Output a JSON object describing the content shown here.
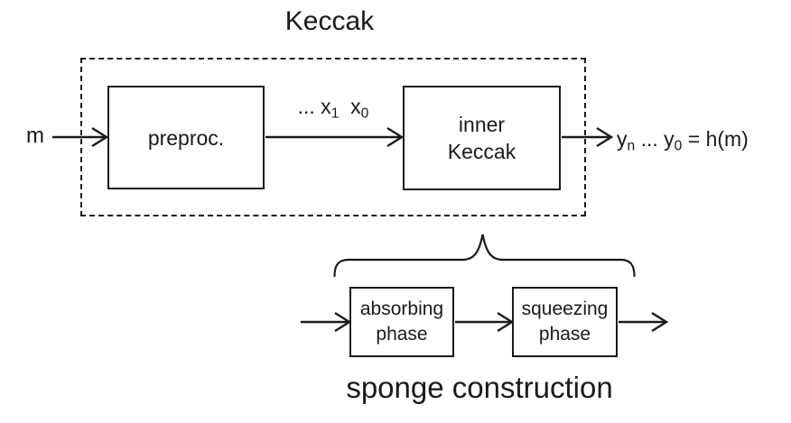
{
  "colors": {
    "ink": "#1a1a1a",
    "background": "#ffffff"
  },
  "title": "Keccak",
  "caption": "sponge construction",
  "keccak": {
    "input_label": "m",
    "preproc_label": "preproc.",
    "inner_label_line1": "inner",
    "inner_label_line2": "Keccak",
    "stream_label": {
      "part1": "... x",
      "sub1": "1",
      "part2": "  x",
      "sub2": "0"
    },
    "output_label": {
      "part1": "y",
      "sub1": "n",
      "part2": " ... y",
      "sub2": "0",
      "part3": " = h(m)"
    }
  },
  "sponge": {
    "absorbing_line1": "absorbing",
    "absorbing_line2": "phase",
    "squeezing_line1": "squeezing",
    "squeezing_line2": "phase"
  }
}
